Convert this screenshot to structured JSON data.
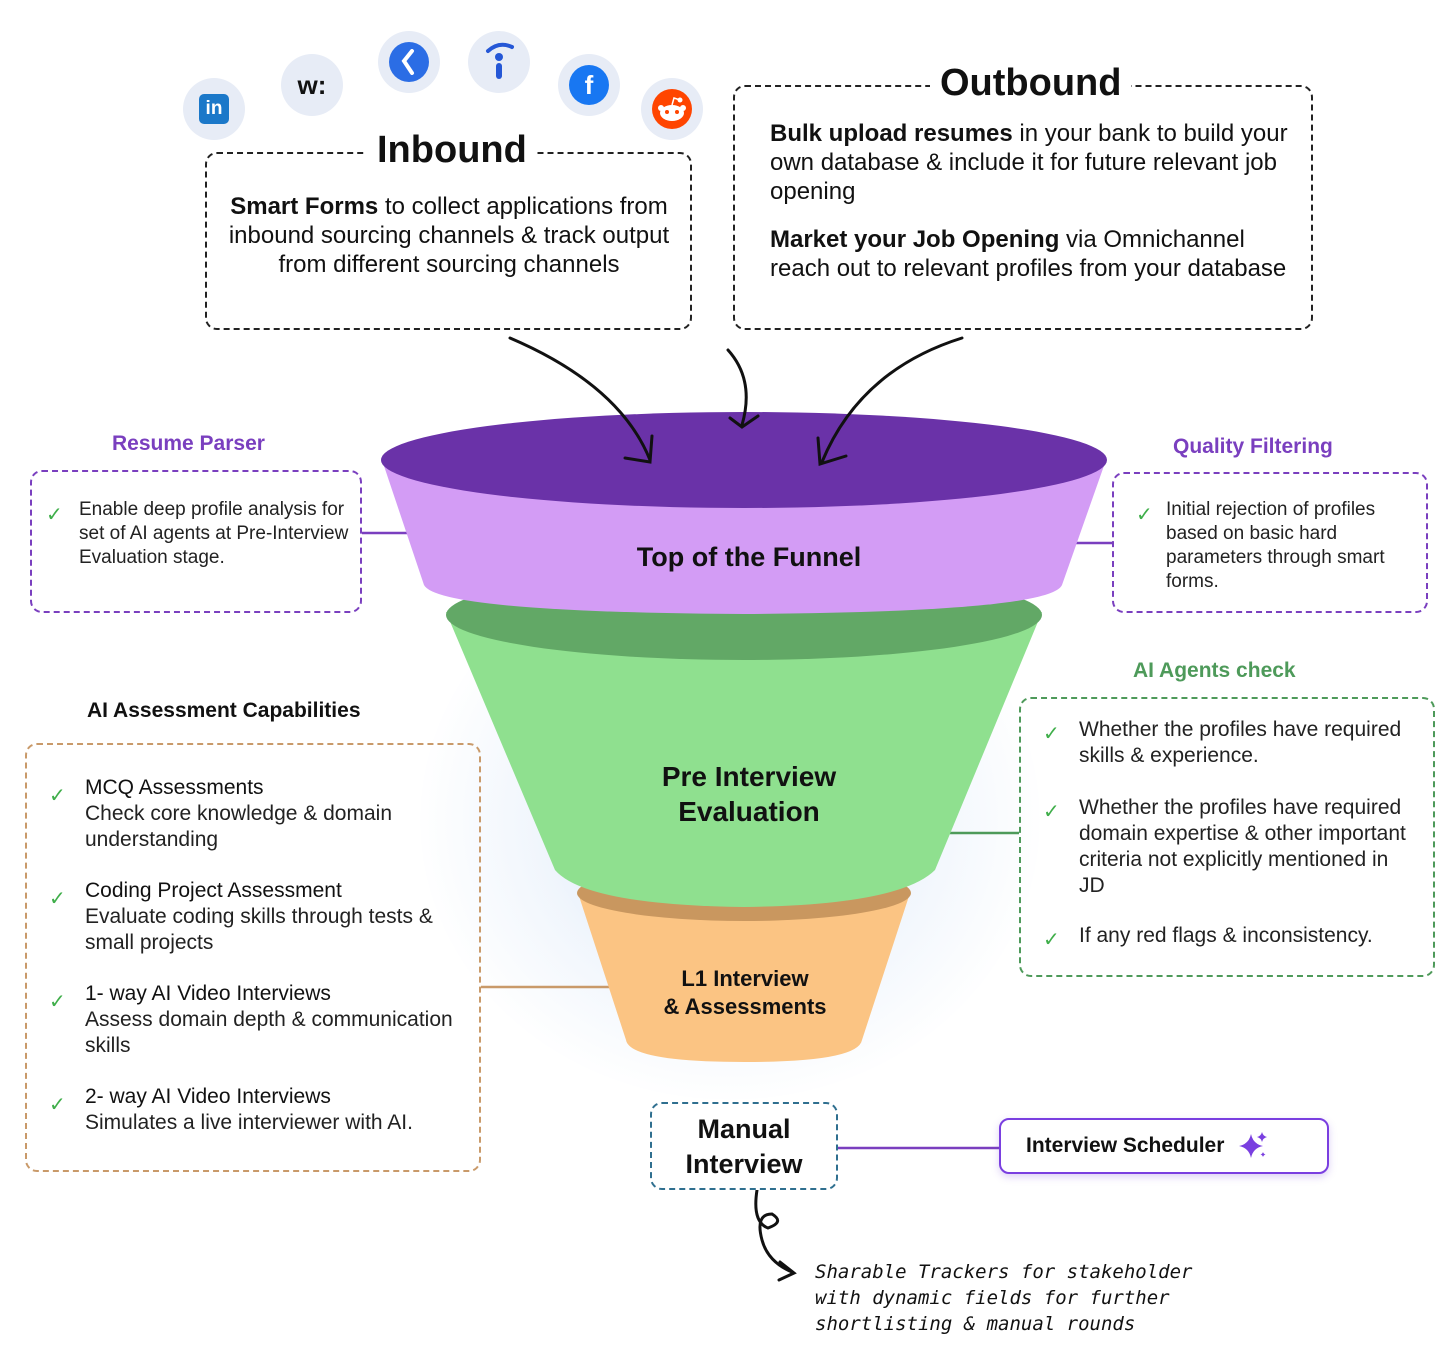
{
  "sources": {
    "icons": [
      "linkedin-icon",
      "wellfound-icon",
      "naukri-icon",
      "indeed-icon",
      "facebook-icon",
      "reddit-icon"
    ],
    "linkedin_text": "in",
    "wellfound_text": "w:"
  },
  "inbound": {
    "title": "Inbound",
    "bold": "Smart Forms",
    "rest": " to collect applications from inbound sourcing channels & track output from different sourcing channels"
  },
  "outbound": {
    "title": "Outbound",
    "p1_bold": "Bulk upload resumes",
    "p1_rest": " in your bank to build your own database & include it for future relevant job opening",
    "p2_bold": "Market your Job Opening",
    "p2_rest": " via Omnichannel reach out to relevant profiles from your database"
  },
  "resume_parser": {
    "label": "Resume Parser",
    "text": "Enable deep profile analysis for set of AI agents at Pre-Interview Evaluation stage."
  },
  "quality_filtering": {
    "label": "Quality Filtering",
    "text": "Initial rejection of profiles based on basic hard parameters through smart forms."
  },
  "funnel": {
    "top": "Top of the Funnel",
    "middle_line1": "Pre Interview",
    "middle_line2": "Evaluation",
    "bottom_line1": "L1 Interview",
    "bottom_line2": "& Assessments",
    "colors": {
      "rim": "#6a32a8",
      "top": "#d39cf5",
      "middle_rim": "#62a866",
      "middle": "#8fe08f",
      "bottom_rim": "#c9975f",
      "bottom": "#fbc483"
    }
  },
  "ai_agents": {
    "label": "AI Agents check",
    "items": [
      "Whether the profiles have required skills & experience.",
      "Whether the profiles have required domain expertise & other important criteria not explicitly mentioned in JD",
      "If any red flags & inconsistency."
    ]
  },
  "ai_assessment": {
    "label": "AI Assessment Capabilities",
    "items": [
      {
        "title": "MCQ Assessments",
        "desc": "Check core knowledge & domain understanding"
      },
      {
        "title": "Coding Project Assessment",
        "desc": "Evaluate coding skills through tests & small projects"
      },
      {
        "title": "1- way AI Video Interviews",
        "desc": "Assess domain depth & communication skills"
      },
      {
        "title": "2- way AI Video Interviews",
        "desc": "Simulates a live interviewer with AI."
      }
    ]
  },
  "manual": {
    "line1": "Manual",
    "line2": "Interview"
  },
  "scheduler": {
    "label": "Interview Scheduler"
  },
  "trackers": {
    "line1": "Sharable Trackers for stakeholder",
    "line2": "with dynamic fields for further",
    "line3": "shortlisting & manual rounds"
  },
  "check_glyph": "✓",
  "colors": {
    "purple": "#7a3fbf",
    "green": "#4e9a5a",
    "check": "#3fae4a"
  }
}
